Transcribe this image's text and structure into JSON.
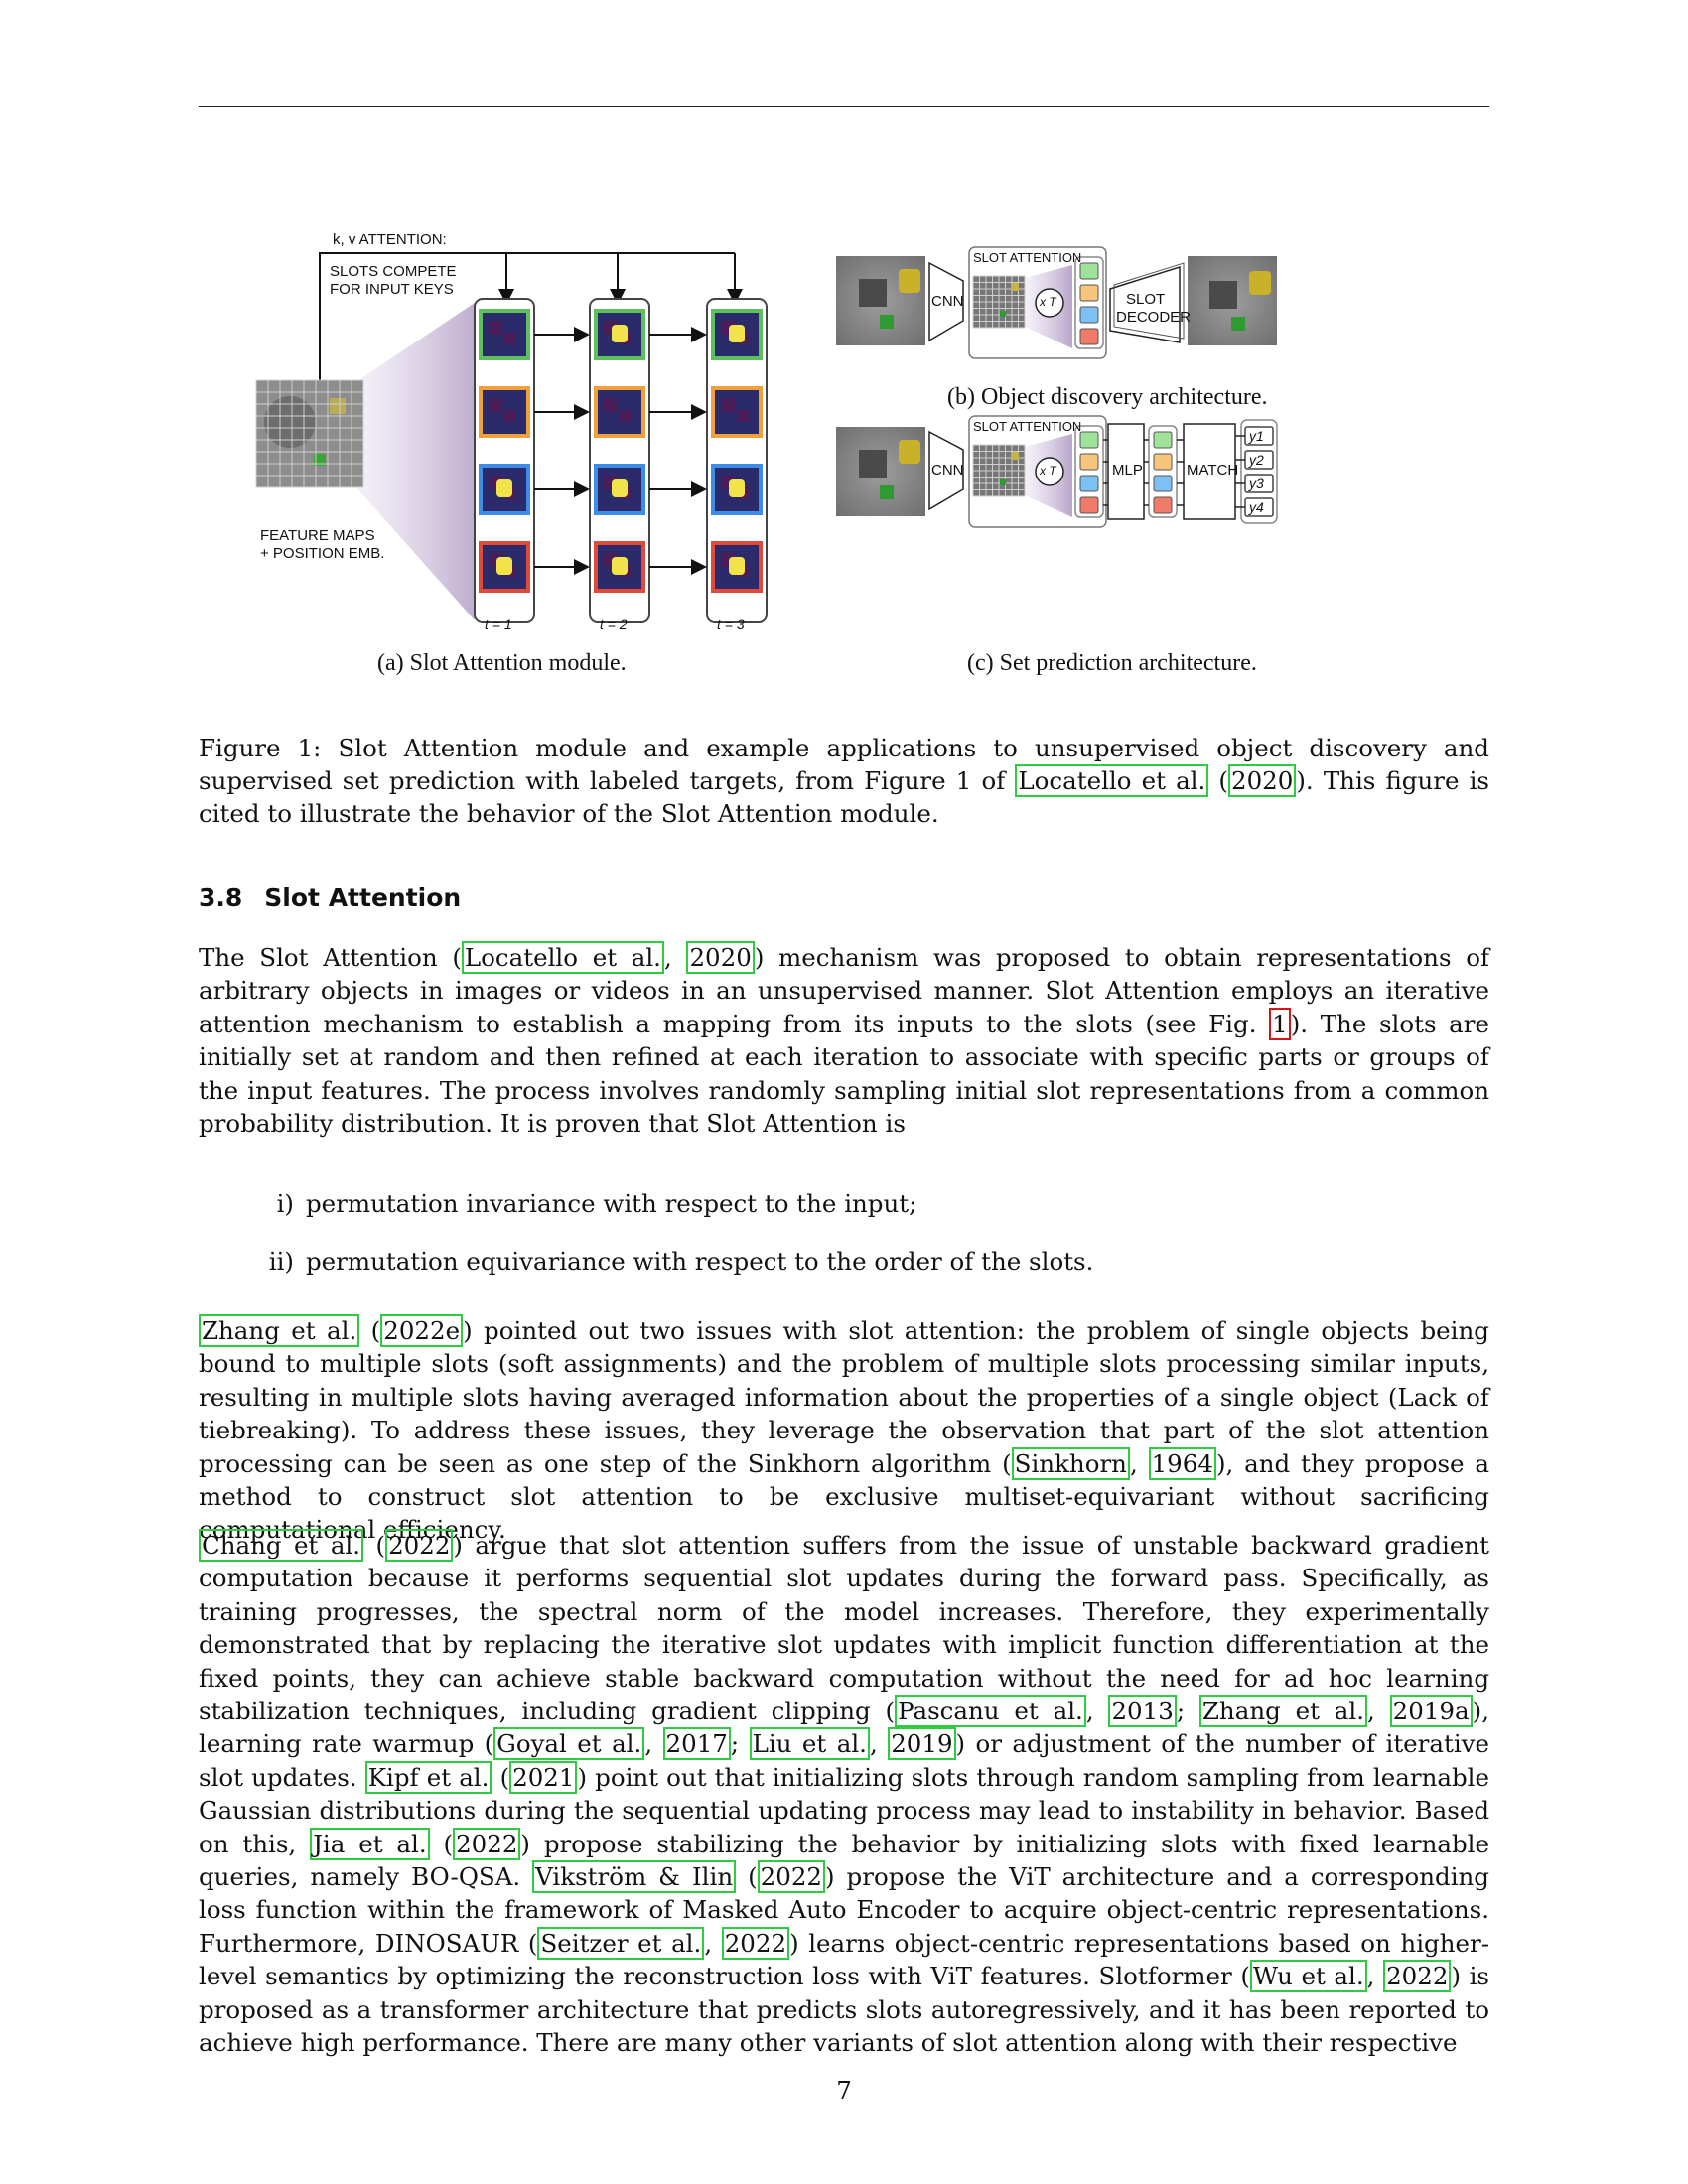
{
  "figure": {
    "labels": {
      "kv_attention": "k, v ATTENTION:",
      "slots_compete": [
        "SLOTS COMPETE",
        "FOR INPUT KEYS"
      ],
      "feature_maps": [
        "FEATURE MAPS",
        "+ POSITION EMB."
      ],
      "t1": "t = 1",
      "t2": "t = 2",
      "t3": "t = 3",
      "cnn": "CNN",
      "slot_attention": "SLOT ATTENTION",
      "x_t": "x T",
      "slot_decoder": [
        "SLOT",
        "DECODER"
      ],
      "mlp": "MLP",
      "match": "MATCH",
      "y1": "y1",
      "y2": "y2",
      "y3": "y3",
      "y4": "y4"
    },
    "subcaptions": {
      "a": "(a) Slot Attention module.",
      "b": "(b) Object discovery architecture.",
      "c": "(c) Set prediction architecture."
    },
    "slot_colors": [
      "#5cc15c",
      "#f0a03c",
      "#3c8ce8",
      "#e04a3a"
    ],
    "slot_fill_colors": [
      "#9fe39b",
      "#f8c57c",
      "#7cc0f4",
      "#f07b6b"
    ]
  },
  "caption": {
    "text1": "Figure 1: Slot Attention module and example applications to unsupervised object discovery and supervised set prediction with labeled targets, from Figure 1 of ",
    "cite1": "Locatello et al.",
    "text2": " (",
    "cite2": "2020",
    "text3": "). This figure is cited to illustrate the behavior of the Slot Attention module."
  },
  "section": {
    "number": "3.8",
    "title": "Slot Attention"
  },
  "p1": {
    "t1": "The Slot Attention (",
    "c1": "Locatello et al.",
    "t2": ", ",
    "c2": "2020",
    "t3": ") mechanism was proposed to obtain representations of arbitrary objects in images or videos in an unsupervised manner.  Slot Attention employs an iterative attention mechanism to establish a mapping from its inputs to the slots (see Fig. ",
    "r1": "1",
    "t4": ").  The slots are initially set at random and then refined at each iteration to associate with specific parts or groups of the input features. The process involves randomly sampling initial slot representations from a common probability distribution. It is proven that Slot Attention is"
  },
  "list": [
    {
      "label": "i)",
      "text": "permutation invariance with respect to the input;"
    },
    {
      "label": "ii)",
      "text": "permutation equivariance with respect to the order of the slots."
    }
  ],
  "p2": {
    "c1": "Zhang et al.",
    "t1": " (",
    "c2": "2022e",
    "t2": ") pointed out two issues with slot attention: the problem of single objects being bound to multiple slots (soft assignments) and the problem of multiple slots processing similar inputs, resulting in multiple slots having averaged information about the properties of a single object (Lack of tiebreaking). To address these issues, they leverage the observation that part of the slot attention processing can be seen as one step of the Sinkhorn algorithm (",
    "c3": "Sinkhorn",
    "t3": ", ",
    "c4": "1964",
    "t4": "), and they propose a method to construct slot attention to be exclusive multiset-equivariant without sacrificing computational efficiency."
  },
  "p3": {
    "c1": "Chang et al.",
    "t1": " (",
    "c2": "2022",
    "t2": ") argue that slot attention suffers from the issue of unstable backward gradient computation because it performs sequential slot updates during the forward pass. Specifically, as training progresses, the spectral norm of the model increases.  Therefore, they experimentally demonstrated that by replacing the iterative slot updates with implicit function differentiation at the fixed points, they can achieve stable backward computation without the need for ad hoc learning stabilization techniques, including gradient clipping (",
    "c3": "Pascanu et al.",
    "t3": ", ",
    "c4": "2013",
    "t4": "; ",
    "c5": "Zhang et al.",
    "t5": ", ",
    "c6": "2019a",
    "t6": "), learning rate warmup (",
    "c7": "Goyal et al.",
    "t7": ", ",
    "c8": "2017",
    "t8": "; ",
    "c9": "Liu et al.",
    "t9": ", ",
    "c10": "2019",
    "t10": ") or adjustment of the number of iterative slot updates. ",
    "c11": "Kipf et al.",
    "t11": " (",
    "c12": "2021",
    "t12": ") point out that initializing slots through random sampling from learnable Gaussian distributions during the sequential updating process may lead to instability in behavior.  Based on this, ",
    "c13": "Jia et al.",
    "t13": " (",
    "c14": "2022",
    "t14": ") propose stabilizing the behavior by initializing slots with fixed learnable queries, namely BO-QSA. ",
    "c15": "Vikström & Ilin",
    "t15": " (",
    "c16": "2022",
    "t16": ") propose the ViT architecture and a corresponding loss function within the framework of Masked Auto Encoder to acquire object-centric representations. Furthermore, DINOSAUR (",
    "c17": "Seitzer et al.",
    "t17": ", ",
    "c18": "2022",
    "t18": ") learns object-centric representations based on higher-level semantics by optimizing the reconstruction loss with ViT features.  Slotformer (",
    "c19": "Wu et al.",
    "t19": ", ",
    "c20": "2022",
    "t20": ") is proposed as a transformer architecture that predicts slots autoregressively, and it has been reported to achieve high performance.  There are many other variants of slot attention along with their respective"
  },
  "page_number": "7"
}
